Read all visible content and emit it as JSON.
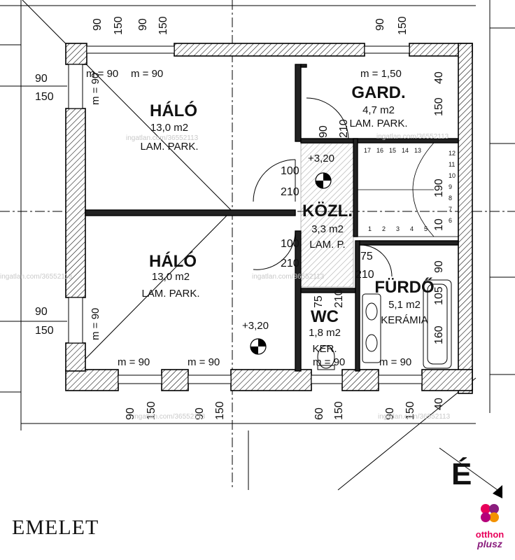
{
  "title": "EMELET",
  "logo": {
    "line1": "otthon",
    "line2": "plusz",
    "colors": [
      "#e8005a",
      "#8a1d7d",
      "#f39200",
      "#b5007a"
    ]
  },
  "north": "É",
  "watermark": "ingatlan.com/36552113",
  "rooms": [
    {
      "id": "halo_top",
      "name": "HÁLÓ",
      "area": "13,0 m2",
      "floor": "LAM. PARK."
    },
    {
      "id": "halo_bottom",
      "name": "HÁLÓ",
      "area": "13,0 m2",
      "floor": "LAM. PARK."
    },
    {
      "id": "gard",
      "name": "GARD.",
      "area": "4,7 m2",
      "floor": "LAM. PARK."
    },
    {
      "id": "kozl",
      "name": "KÖZL.",
      "area": "3,3 m2",
      "floor": "LAM. P."
    },
    {
      "id": "wc",
      "name": "WC",
      "area": "1,8 m2",
      "floor": "KER."
    },
    {
      "id": "furdo",
      "name": "FÜRDŐ",
      "area": "5,1 m2",
      "floor": "KERÁMIA"
    }
  ],
  "levels": {
    "kozl": "+3,20",
    "halo_bottom": "+3,20"
  },
  "windows": {
    "halo_top_top": "m = 90",
    "halo_top_side": "m = 90",
    "halo_top_left": "m = 90",
    "gard": "m = 1,50",
    "halo_bottom_left": "m = 90",
    "halo_bottom_right": "m = 90",
    "wc": "m = 90",
    "furdo": "m = 90"
  },
  "dims": {
    "top": [
      "90",
      "150",
      "90",
      "150",
      "90",
      "150"
    ],
    "left_upper": [
      "90",
      "150"
    ],
    "left_lower": [
      "90",
      "150"
    ],
    "bottom": [
      "90",
      "150",
      "90",
      "150",
      "60",
      "150",
      "90",
      "150",
      "40"
    ],
    "right": [
      "40",
      "150",
      "190",
      "10",
      "90",
      "105",
      "160",
      "40"
    ],
    "doors": [
      "90",
      "210",
      "100",
      "210",
      "100",
      "210",
      "75",
      "210",
      "75",
      "210"
    ]
  },
  "stair_steps": [
    "17",
    "16",
    "15",
    "14",
    "13",
    "12",
    "11",
    "10",
    "9",
    "8",
    "7",
    "6",
    "5",
    "4",
    "3",
    "2",
    "1"
  ]
}
